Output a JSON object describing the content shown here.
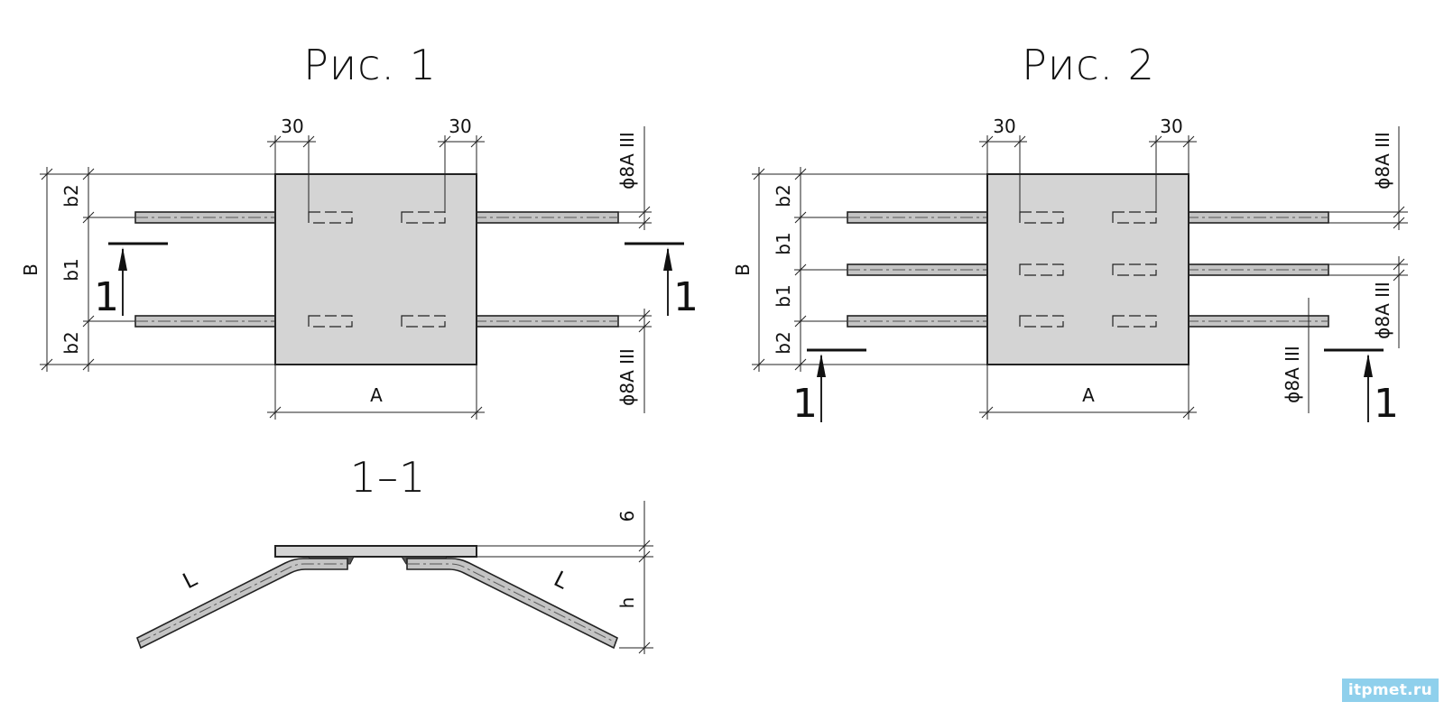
{
  "fig1": {
    "title": "Рис. 1",
    "dim_30_left": "30",
    "dim_30_right": "30",
    "label_B": "B",
    "label_b2_top": "b2",
    "label_b1": "b1",
    "label_b2_bottom": "b2",
    "label_A": "A",
    "rebar_top": "ϕ8A III",
    "rebar_bottom": "ϕ8A III",
    "section_mark_left": "1",
    "section_mark_right": "1"
  },
  "fig2": {
    "title": "Рис. 2",
    "dim_30_left": "30",
    "dim_30_right": "30",
    "label_B": "B",
    "label_b2_top": "b2",
    "label_b1_upper": "b1",
    "label_b1_lower": "b1",
    "label_b2_bottom": "b2",
    "label_A": "A",
    "rebar_top": "ϕ8A III",
    "rebar_right_lower": "ϕ8A III",
    "rebar_left_lower": "ϕ8A III",
    "section_mark_left": "1",
    "section_mark_right": "1"
  },
  "section": {
    "title": "1–1",
    "label_thickness": "6",
    "label_h": "h",
    "label_L_left": "L",
    "label_L_right": "L"
  },
  "watermark": "itpmet.ru"
}
